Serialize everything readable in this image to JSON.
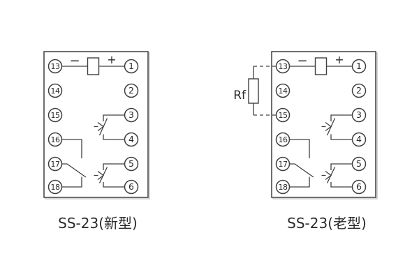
{
  "colors": {
    "background": "#ffffff",
    "line": "#404040",
    "text": "#2b2b2b",
    "box_shadow": "#cccccc"
  },
  "diagrams": [
    {
      "model": "SS-23",
      "variant": "新型",
      "caption": "SS-23(新型)",
      "polarity": {
        "minus": "−",
        "plus": "+"
      },
      "terminals": {
        "left": [
          "13",
          "14",
          "15",
          "16",
          "17",
          "18"
        ],
        "right": [
          "1",
          "2",
          "3",
          "4",
          "5",
          "6"
        ]
      }
    },
    {
      "model": "SS-23",
      "variant": "老型",
      "caption": "SS-23(老型)",
      "polarity": {
        "minus": "−",
        "plus": "+"
      },
      "terminals": {
        "left": [
          "13",
          "14",
          "15",
          "16",
          "17",
          "18"
        ],
        "right": [
          "1",
          "2",
          "3",
          "4",
          "5",
          "6"
        ]
      },
      "external_resistor_label": "Rf"
    }
  ]
}
